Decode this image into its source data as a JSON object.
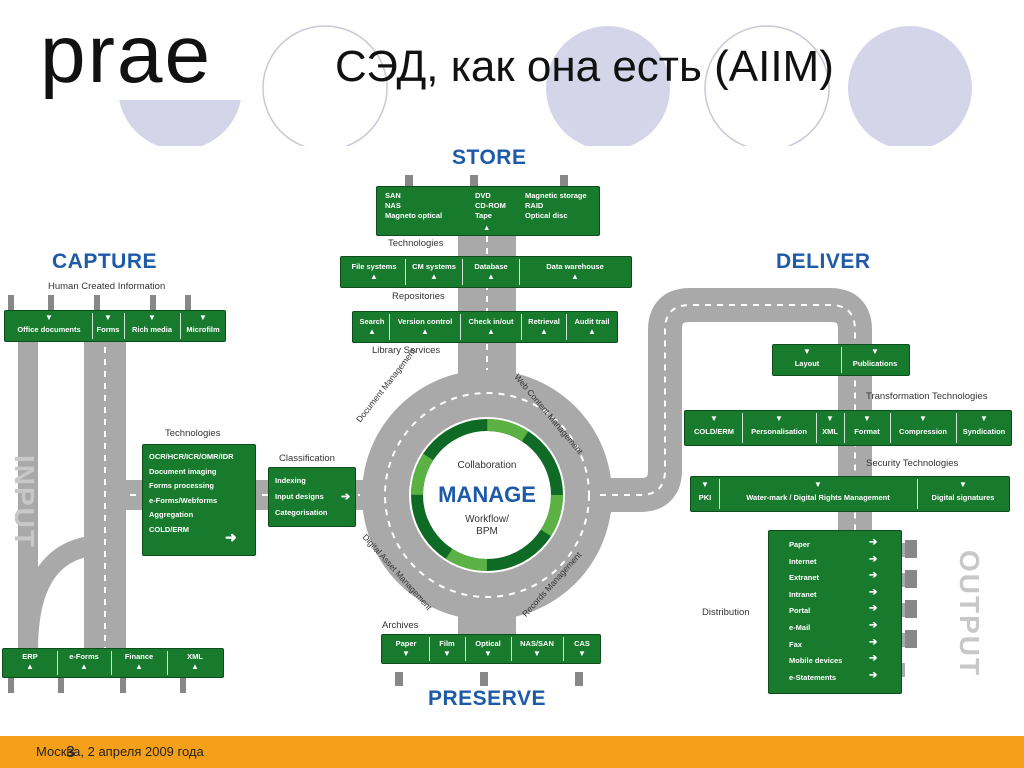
{
  "slide": {
    "title": "СЭД, как она есть (AIIM)",
    "logo": "prae",
    "footer_text": "Москва, 2 апреля 2009 года",
    "page_number": "3"
  },
  "colors": {
    "sign_green": "#177a2d",
    "road_gray": "#a9a9a9",
    "heading_blue": "#1d5aa8",
    "footer_orange": "#f5a01a",
    "circle_lavender": "#d5d5ea"
  },
  "diagram": {
    "capture": {
      "title": "CAPTURE",
      "side_label": "INPUT",
      "human_label": "Human Created Information",
      "human_items": [
        "Office documents",
        "Forms",
        "Rich media",
        "Microfilm"
      ],
      "tech_label": "Technologies",
      "tech_items": [
        "OCR/HCR/ICR/OMR/IDR",
        "Document imaging",
        "Forms processing",
        "e-Forms/Webforms",
        "Aggregation",
        "COLD/ERM"
      ],
      "classification_label": "Classification",
      "classification_items": [
        "Indexing",
        "Input designs",
        "Categorisation"
      ],
      "bottom_items": [
        "ERP",
        "e-Forms",
        "Finance",
        "XML"
      ]
    },
    "store": {
      "title": "STORE",
      "media_col1": [
        "SAN",
        "NAS",
        "Magneto optical"
      ],
      "media_col2": [
        "DVD",
        "CD-ROM",
        "Tape"
      ],
      "media_col3": [
        "Magnetic storage",
        "RAID",
        "Optical disc"
      ],
      "technologies_label": "Technologies",
      "repositories": [
        "File systems",
        "CM systems",
        "Database",
        "Data warehouse"
      ],
      "repositories_label": "Repositories",
      "library_services": [
        "Search",
        "Version control",
        "Check in/out",
        "Retrieval",
        "Audit trail"
      ],
      "library_label": "Library Services"
    },
    "manage": {
      "title": "MANAGE",
      "top_text": "Collaboration",
      "bottom_text_1": "Workflow/",
      "bottom_text_2": "BPM",
      "ring_top_left": "Document Management",
      "ring_top_right": "Web Content Management",
      "ring_bottom_left": "Digital Asset Management",
      "ring_bottom_right": "Records Management"
    },
    "preserve": {
      "title": "PRESERVE",
      "archives_label": "Archives",
      "archives": [
        "Paper",
        "Film",
        "Optical",
        "NAS/SAN",
        "CAS"
      ]
    },
    "deliver": {
      "title": "DELIVER",
      "side_label": "OUTPUT",
      "top_items": [
        "Layout",
        "Publications"
      ],
      "transformation_label": "Transformation Technologies",
      "transformation_items": [
        "COLD/ERM",
        "Personalisation",
        "XML",
        "Format",
        "Compression",
        "Syndication"
      ],
      "security_label": "Security Technologies",
      "security_items": [
        "PKI",
        "Water-mark / Digital Rights Management",
        "Digital signatures"
      ],
      "distribution_label": "Distribution",
      "distribution_items": [
        "Paper",
        "Internet",
        "Extranet",
        "Intranet",
        "Portal",
        "e-Mail",
        "Fax",
        "Mobile devices",
        "e-Statements"
      ]
    }
  }
}
